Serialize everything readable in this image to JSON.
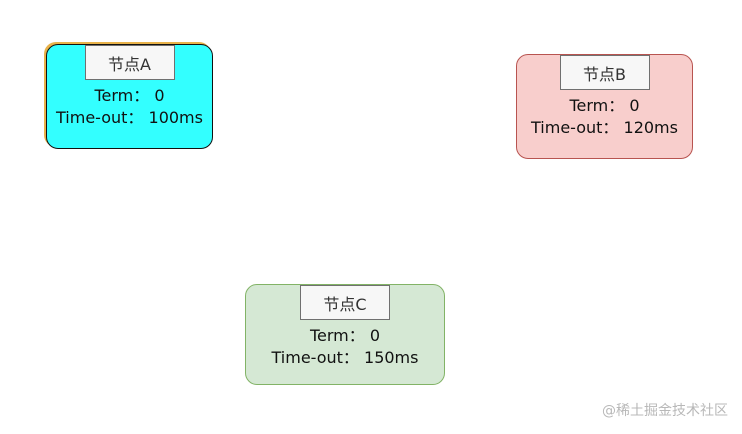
{
  "nodes": [
    {
      "label": "节点A",
      "term": "Term： 0",
      "timeout": "Time-out： 100ms",
      "fill": "#33ffff",
      "stroke": "#111111"
    },
    {
      "label": "节点B",
      "term": "Term： 0",
      "timeout": "Time-out： 120ms",
      "fill": "#f8cecc",
      "stroke": "#b85450"
    },
    {
      "label": "节点C",
      "term": "Term： 0",
      "timeout": "Time-out： 150ms",
      "fill": "#d5e8d4",
      "stroke": "#82b366"
    }
  ],
  "watermark": "@稀土掘金技术社区"
}
